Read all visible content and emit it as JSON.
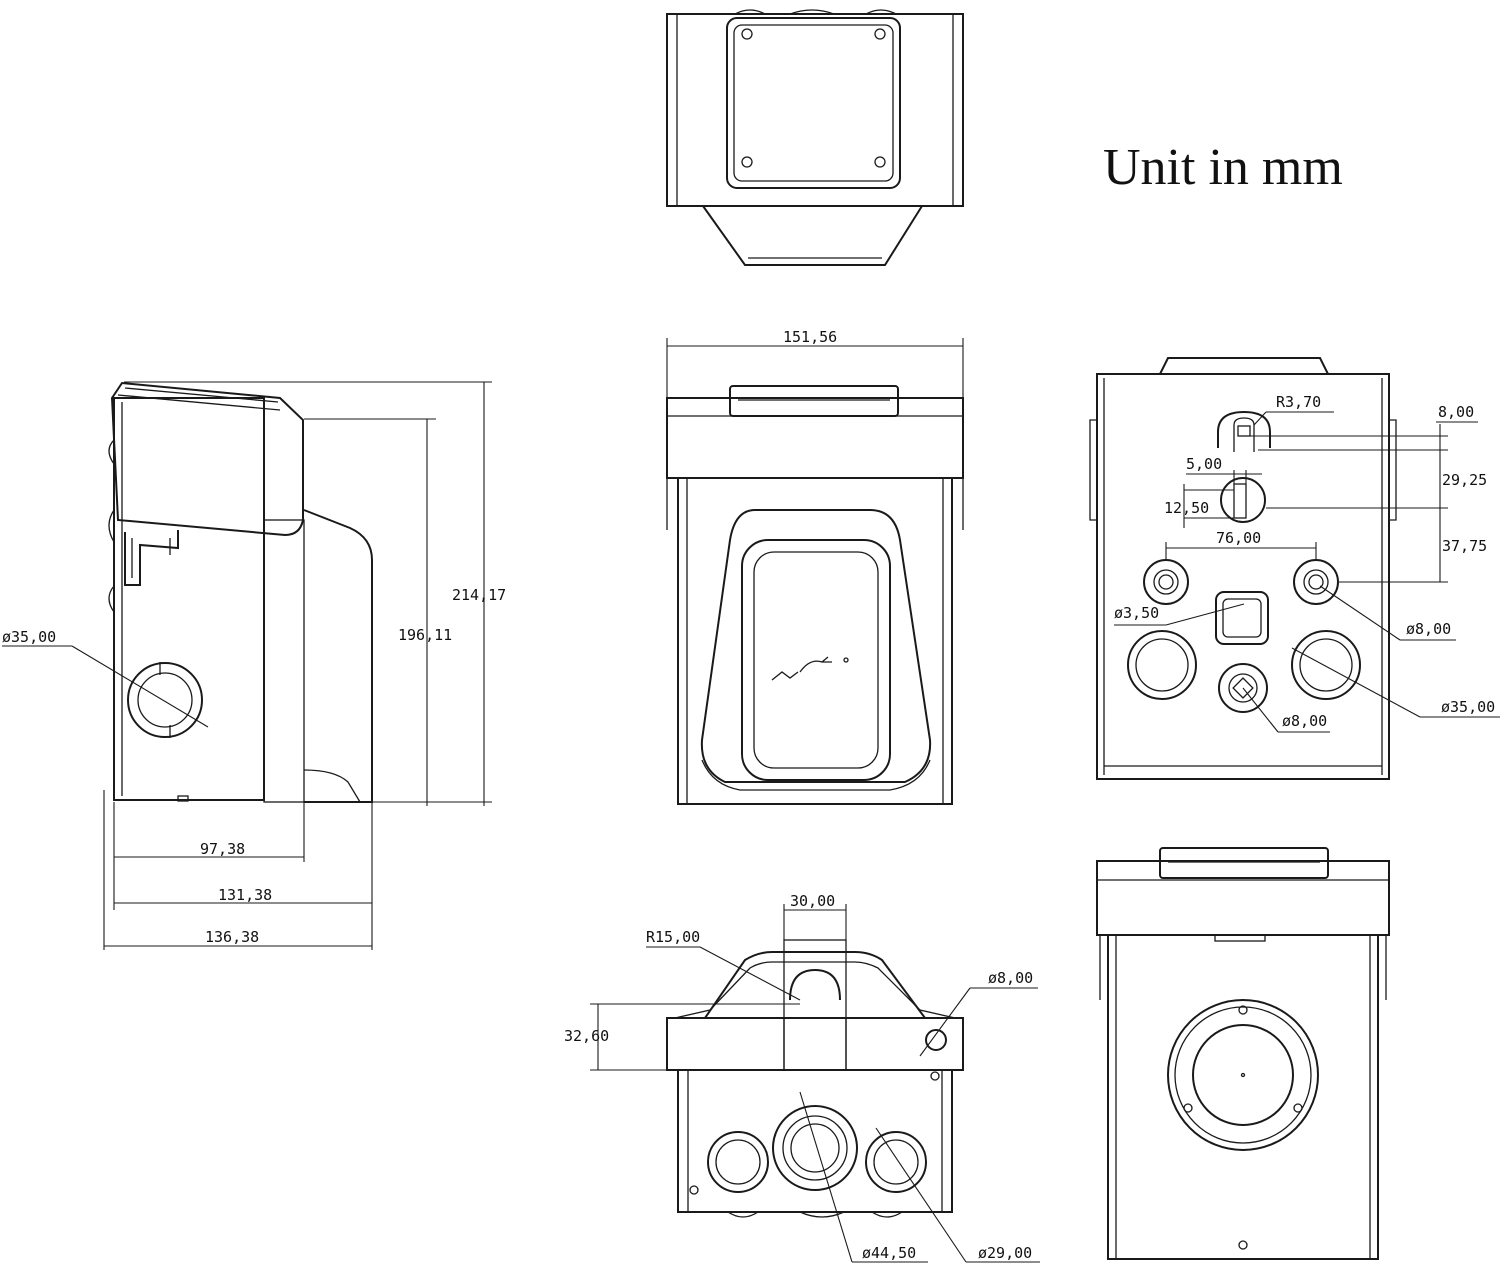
{
  "unit_label": "Unit in mm",
  "side_view": {
    "hole_diameter": "ø35,00",
    "height_total": "214,17",
    "height_body": "196,11",
    "depth_1": "97,38",
    "depth_2": "131,38",
    "depth_3": "136,38"
  },
  "front_view": {
    "width": "151,56"
  },
  "back_view": {
    "slot_radius": "R3,70",
    "slot_offset": "8,00",
    "spacing_1": "29,25",
    "spacing_2": "37,75",
    "keyhole_width": "5,00",
    "keyhole_diameter": "12,50",
    "hole_spacing": "76,00",
    "small_hole": "ø3,50",
    "mount_hole_right": "ø8,00",
    "mount_hole_bottom": "ø8,00",
    "knockout": "ø35,00"
  },
  "bottom_view": {
    "notch_width": "30,00",
    "notch_radius": "R15,00",
    "notch_depth": "32,60",
    "small_hole": "ø8,00",
    "large_knockout": "ø44,50",
    "knockout": "ø29,00"
  },
  "colors": {
    "line": "#1a1a1a",
    "background": "#ffffff"
  }
}
